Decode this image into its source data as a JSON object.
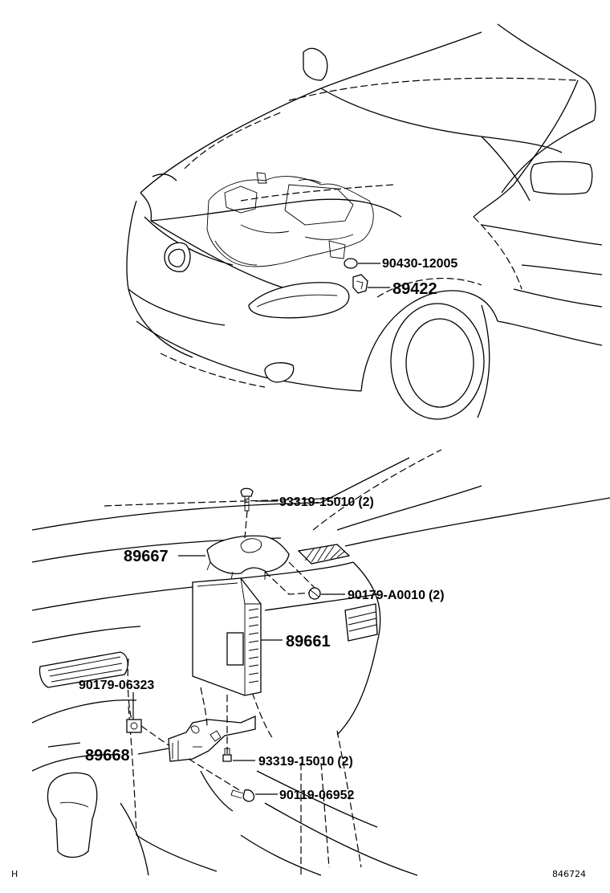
{
  "diagram": {
    "top_view": {
      "callouts": [
        {
          "part_no": "90430-12005"
        },
        {
          "part_no": "89422"
        }
      ]
    },
    "bottom_view": {
      "callouts": [
        {
          "part_no": "93319-15010",
          "qty": "(2)"
        },
        {
          "part_no": "89667"
        },
        {
          "part_no": "90179-A0010",
          "qty": "(2)"
        },
        {
          "part_no": "89661"
        },
        {
          "part_no": "90179-06323"
        },
        {
          "part_no": "89668"
        },
        {
          "part_no": "93319-15010",
          "qty": "(2)"
        },
        {
          "part_no": "90119-06952"
        }
      ]
    },
    "footer": {
      "left_code": "H",
      "right_code": "846724"
    }
  }
}
